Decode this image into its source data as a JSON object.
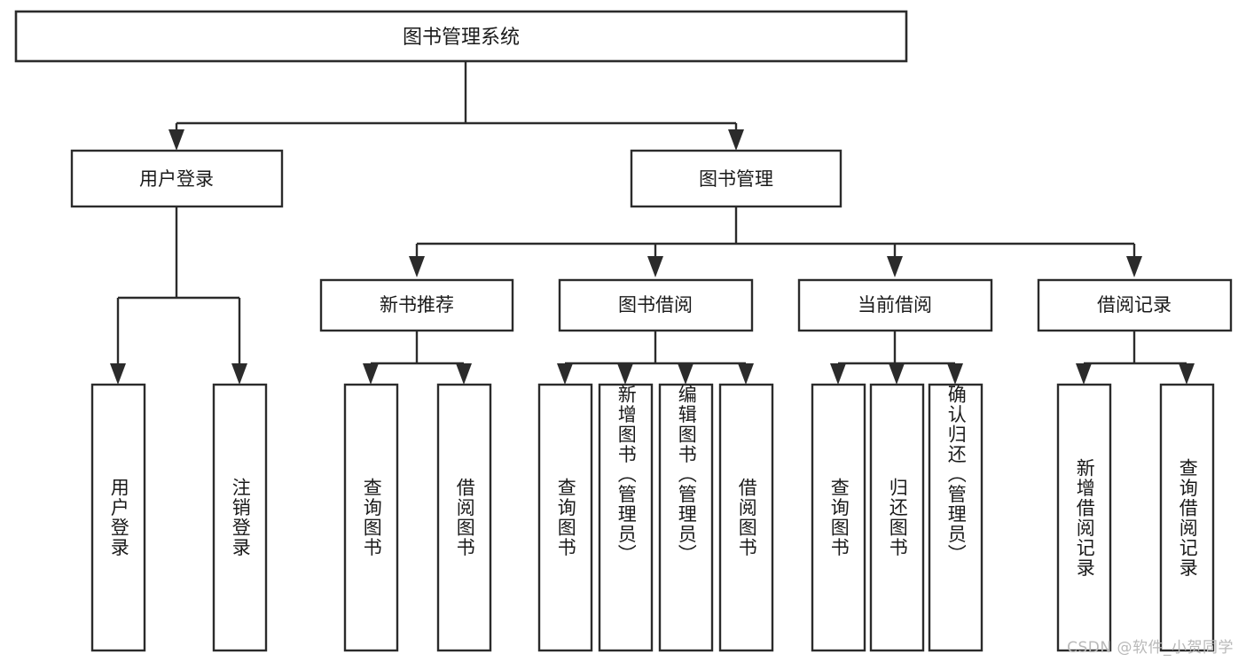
{
  "diagram": {
    "type": "tree-hierarchy-diagram",
    "title": "图书管理系统",
    "orientation": "top-down",
    "colors": {
      "box_stroke": "#2b2b2b",
      "box_fill": "#ffffff",
      "connector": "#2b2b2b",
      "text": "#1a1a1a",
      "background": "#ffffff",
      "watermark": "#b9b9b9"
    },
    "root": {
      "label": "图书管理系统"
    },
    "level2": [
      {
        "label": "用户登录"
      },
      {
        "label": "图书管理"
      }
    ],
    "level3": [
      {
        "label": "新书推荐"
      },
      {
        "label": "图书借阅"
      },
      {
        "label": "当前借阅"
      },
      {
        "label": "借阅记录"
      }
    ],
    "leaves": {
      "user_login": [
        {
          "label": "用户登录"
        },
        {
          "label": "注销登录"
        }
      ],
      "new_book_recommend": [
        {
          "label": "查询图书"
        },
        {
          "label": "借阅图书"
        }
      ],
      "book_borrow": [
        {
          "label": "查询图书"
        },
        {
          "label": "新增图书（管理员）"
        },
        {
          "label": "编辑图书（管理员）"
        },
        {
          "label": "借阅图书"
        }
      ],
      "current_borrow": [
        {
          "label": "查询图书"
        },
        {
          "label": "归还图书"
        },
        {
          "label": "确认归还（管理员）"
        }
      ],
      "borrow_record": [
        {
          "label": "新增借阅记录"
        },
        {
          "label": "查询借阅记录"
        }
      ]
    },
    "watermark": "CSDN @软件_小贺同学"
  }
}
